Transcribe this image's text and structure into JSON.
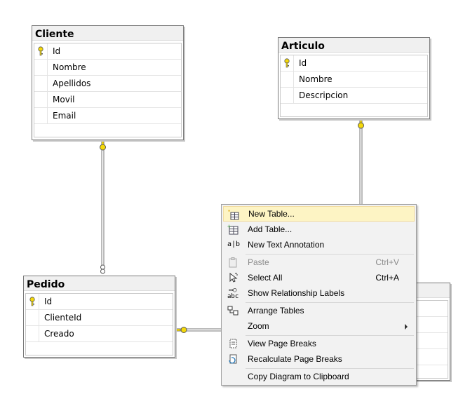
{
  "tables": {
    "cliente": {
      "title": "Cliente",
      "columns": [
        "Id",
        "Nombre",
        "Apellidos",
        "Movil",
        "Email"
      ]
    },
    "articulo": {
      "title": "Articulo",
      "columns": [
        "Id",
        "Nombre",
        "Descripcion"
      ]
    },
    "pedido": {
      "title": "Pedido",
      "columns": [
        "Id",
        "ClienteId",
        "Creado"
      ]
    }
  },
  "context_menu": {
    "items": [
      {
        "label": "New Table...",
        "shortcut": "",
        "icon": "new-table-icon",
        "enabled": true,
        "highlighted": true
      },
      {
        "label": "Add Table...",
        "shortcut": "",
        "icon": "add-table-icon",
        "enabled": true
      },
      {
        "label": "New Text Annotation",
        "shortcut": "",
        "icon": "text-annotation-icon",
        "enabled": true
      },
      {
        "label": "Paste",
        "shortcut": "Ctrl+V",
        "icon": "paste-icon",
        "enabled": false
      },
      {
        "label": "Select All",
        "shortcut": "Ctrl+A",
        "icon": "select-all-icon",
        "enabled": true
      },
      {
        "label": "Show Relationship Labels",
        "shortcut": "",
        "icon": "relationship-labels-icon",
        "enabled": true
      },
      {
        "label": "Arrange Tables",
        "shortcut": "",
        "icon": "arrange-tables-icon",
        "enabled": true
      },
      {
        "label": "Zoom",
        "shortcut": "",
        "icon": "",
        "enabled": true,
        "submenu": true
      },
      {
        "label": "View Page Breaks",
        "shortcut": "",
        "icon": "page-breaks-icon",
        "enabled": true
      },
      {
        "label": "Recalculate Page Breaks",
        "shortcut": "",
        "icon": "recalculate-icon",
        "enabled": true
      },
      {
        "label": "Copy Diagram to Clipboard",
        "shortcut": "",
        "icon": "",
        "enabled": true
      }
    ]
  },
  "colors": {
    "menu_highlight": "#fdf4c4",
    "key_yellow": "#f5d90a",
    "disabled_text": "#8c8c8c"
  }
}
